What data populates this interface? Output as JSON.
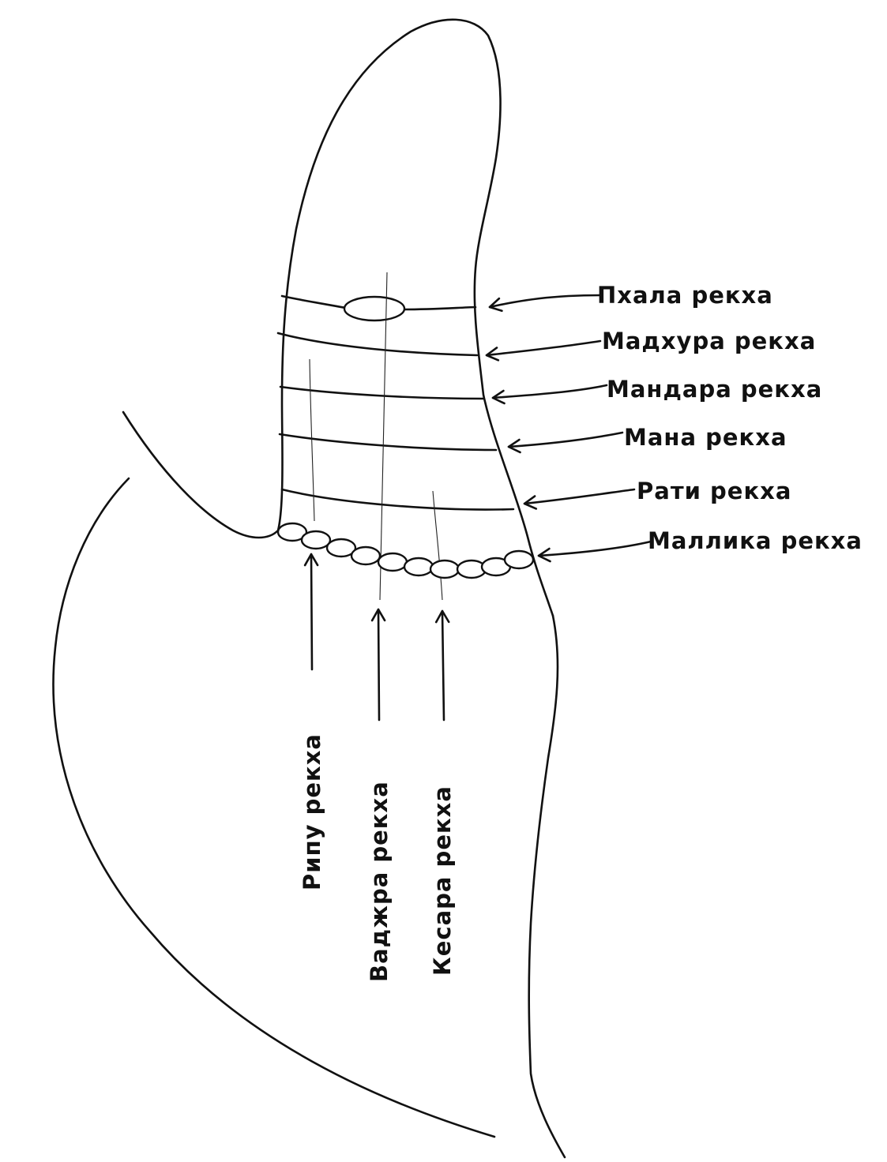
{
  "diagram": {
    "labels": {
      "phala": "Пхала рекха",
      "madhura": "Мадхура рекха",
      "mandara": "Мандара рекха",
      "mana": "Мана рекха",
      "rati": "Рати рекха",
      "mallika": "Маллика рекха",
      "ripu": "Рипу рекха",
      "vajra": "Ваджра рекха",
      "kesara": "Кесара рекха"
    },
    "stroke_color": "#111111",
    "background_color": "#ffffff"
  }
}
